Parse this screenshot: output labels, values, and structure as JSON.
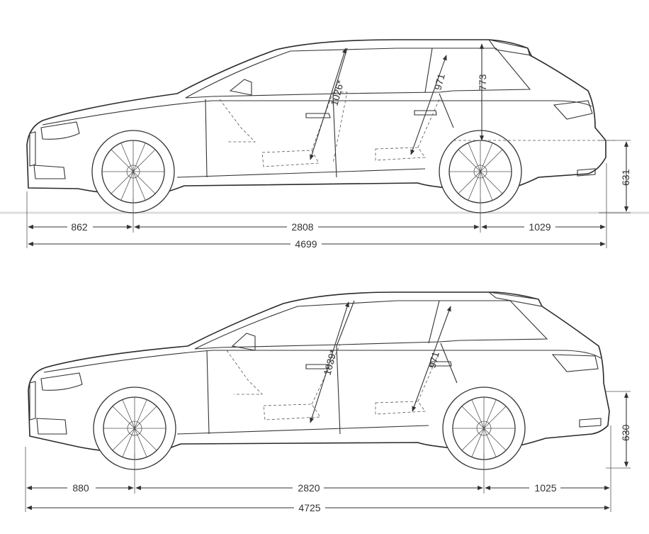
{
  "views": [
    {
      "id": "top",
      "dims": {
        "front_overhang": "862",
        "wheelbase": "2808",
        "rear_overhang": "1029",
        "overall_length": "4699",
        "rear_height": "631",
        "front_headroom": "1026*",
        "rear_headroom": "971",
        "cargo_height": "773"
      }
    },
    {
      "id": "bottom",
      "dims": {
        "front_overhang": "880",
        "wheelbase": "2820",
        "rear_overhang": "1025",
        "overall_length": "4725",
        "rear_height": "630",
        "front_headroom": "1039*",
        "rear_headroom": "971"
      }
    }
  ]
}
